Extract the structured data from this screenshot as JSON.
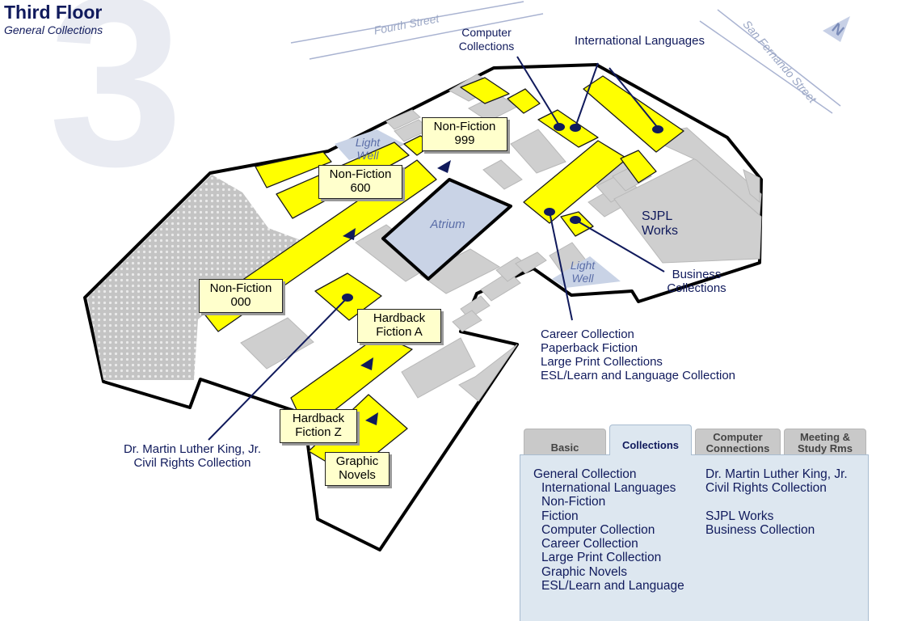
{
  "header": {
    "floor_number": "3",
    "title": "Third Floor",
    "subtitle": "General Collections"
  },
  "streets": {
    "north": "Fourth Street",
    "east": "San Fernando Street"
  },
  "compass": {
    "icon": "north-arrow-icon",
    "letter": "N"
  },
  "map_labels": {
    "light_well_1": "Light\nWell",
    "light_well_2": "Light\nWell",
    "atrium": "Atrium",
    "sjpl_works": "SJPL\nWorks"
  },
  "callouts": {
    "nonfiction_999": "Non-Fiction\n999",
    "nonfiction_600": "Non-Fiction\n600",
    "nonfiction_000": "Non-Fiction\n000",
    "hardback_a": "Hardback\nFiction A",
    "hardback_z": "Hardback\nFiction Z",
    "graphic_novels": "Graphic\nNovels"
  },
  "annotations": {
    "computer_collections": "Computer\nCollections",
    "international_languages": "International Languages",
    "business_collections": "Business\nCollections",
    "career_group": "Career Collection\nPaperback Fiction\nLarge Print Collections\nESL/Learn and Language Collection",
    "mlk": "Dr. Martin Luther King, Jr.\nCivil Rights Collection"
  },
  "tabs": [
    {
      "label": "Basic",
      "active": false
    },
    {
      "label": "Collections",
      "active": true
    },
    {
      "label": "Computer\nConnections",
      "active": false
    },
    {
      "label": "Meeting &\nStudy Rms",
      "active": false
    }
  ],
  "panel": {
    "left_heading": "General Collection",
    "left_items": [
      "International Languages",
      "Non-Fiction",
      "Fiction",
      "Computer Collection",
      "Career Collection",
      "Large Print Collection",
      "Graphic Novels",
      "ESL/Learn and Language"
    ],
    "right_items": [
      "Dr. Martin Luther King, Jr.",
      "Civil Rights Collection",
      "",
      "SJPL Works",
      "Business Collection"
    ]
  },
  "colors": {
    "shelf": "#ffff00",
    "callout_bg": "#ffffcc",
    "room": "#cfcfcf",
    "atrium": "#c9d3e6",
    "navy": "#101a5c",
    "panel": "#dde7f0"
  }
}
